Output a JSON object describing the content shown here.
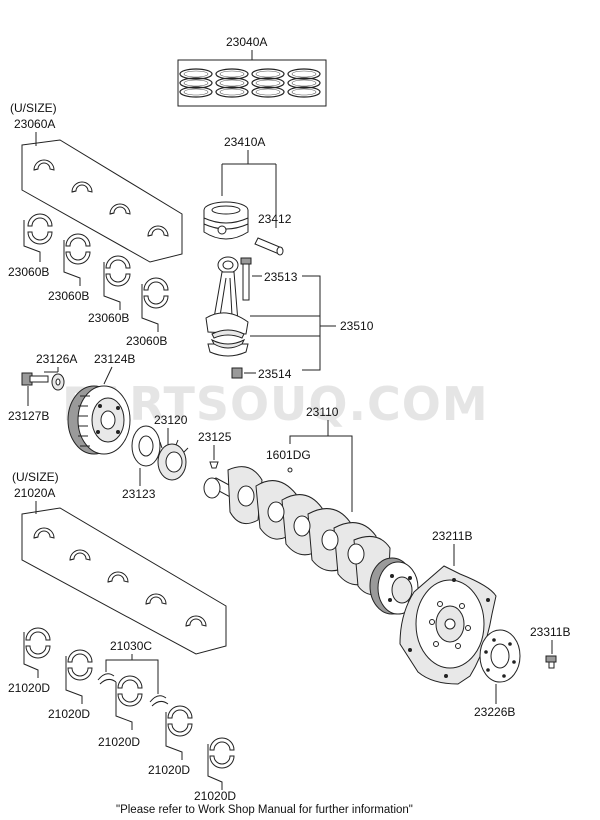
{
  "labels": {
    "rings": "23040A",
    "upper_usize": "(U/SIZE)",
    "upper_bearing_set": "23060A",
    "piston_assy": "23410A",
    "piston_pin": "23412",
    "conrod_bolt": "23513",
    "conrod_assy": "23510",
    "conrod_nut": "23514",
    "bearing_b1": "23060B",
    "bearing_b2": "23060B",
    "bearing_b3": "23060B",
    "bearing_b4": "23060B",
    "washer": "23126A",
    "pulley": "23124B",
    "bolt": "23127B",
    "sprocket": "23120",
    "key_ring": "23123",
    "woodruff_key": "23125",
    "dowel": "1601DG",
    "crankshaft": "23110",
    "lower_usize": "(U/SIZE)",
    "lower_bearing_set": "21020A",
    "thrust_washer": "21030C",
    "bearing_d1": "21020D",
    "bearing_d2": "21020D",
    "bearing_d3": "21020D",
    "bearing_d4": "21020D",
    "bearing_d5": "21020D",
    "drive_plate": "23211B",
    "drive_plate_bolt": "23311B",
    "adapter_plate": "23226B"
  },
  "watermark": "PARTSOUQ.COM",
  "footer_note": "\"Please refer to Work Shop Manual for further information\""
}
